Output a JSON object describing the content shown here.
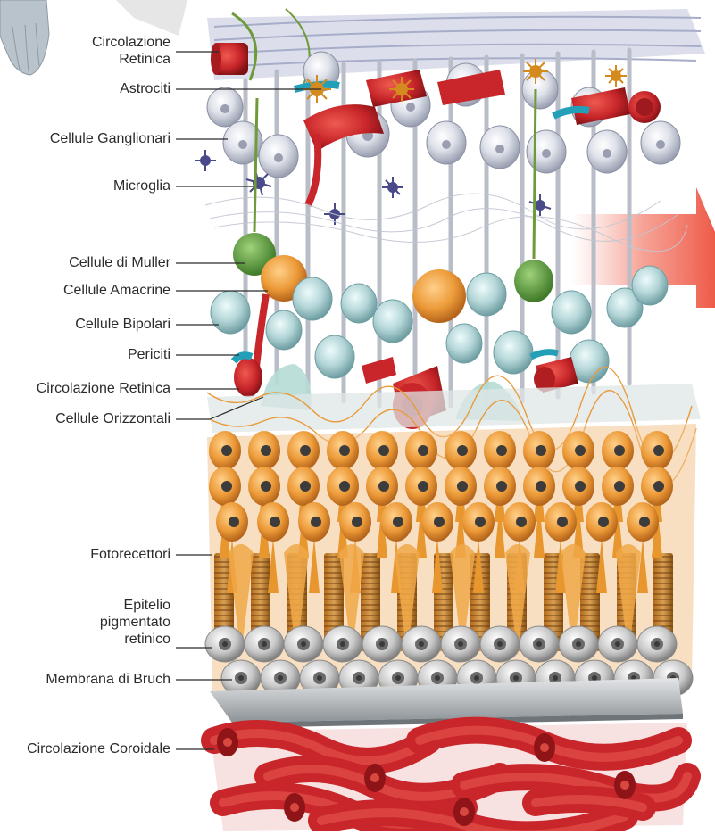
{
  "labels": {
    "circ_retinica_top": [
      "Circolazione",
      "Retinica"
    ],
    "astrociti": "Astrociti",
    "ganglionari": "Cellule Ganglionari",
    "microglia": "Microglia",
    "muller": "Cellule di Muller",
    "amacrine": "Cellule Amacrine",
    "bipolari": "Cellule Bipolari",
    "periciti": "Periciti",
    "circ_retinica_mid": "Circolazione Retinica",
    "orizzontali": "Cellule Orizzontali",
    "fotorecettori": "Fotorecettori",
    "epitelio": [
      "Epitelio",
      "pigmentato",
      "retinico"
    ],
    "bruch": "Membrana di Bruch",
    "coroidale": "Circolazione Coroidale"
  },
  "colors": {
    "vessel": "#c8262a",
    "vessel_dark": "#8e1418",
    "photoreceptor": "#e8962e",
    "ganglion": "#c9cdd8",
    "bipolar": "#a8cdd0",
    "muller": "#5e9a3c",
    "amacrine": "#e89a4a",
    "microglia": "#4a4a8a",
    "astrocyte": "#d48a1c",
    "rpe": "#c4c4c4",
    "membrane": "#9aa0a4",
    "arrow": "#f07060"
  }
}
